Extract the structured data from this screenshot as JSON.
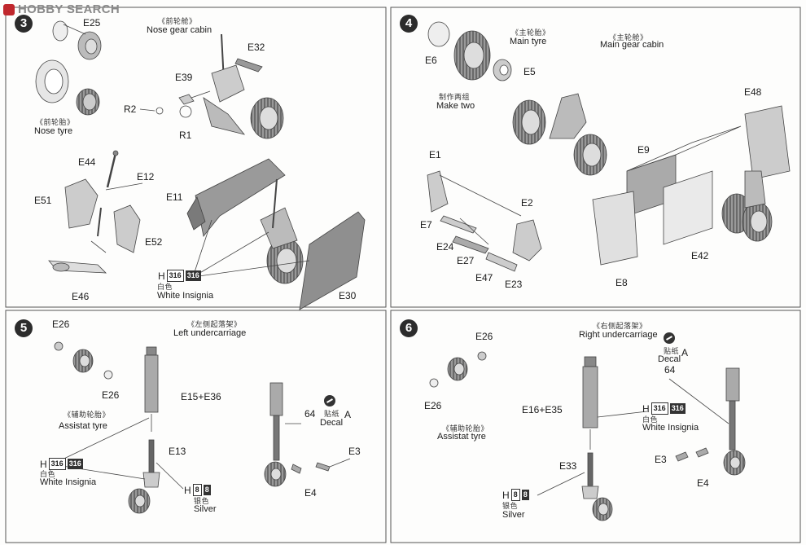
{
  "watermark": {
    "text": "HOBBY SEARCH"
  },
  "steps": [
    {
      "number": "3",
      "labels": {
        "nose_cabin_cn": "《前轮舱》",
        "nose_cabin": "Nose gear cabin",
        "nose_tyre_cn": "《前轮胎》",
        "nose_tyre": "Nose tyre",
        "e25": "E25",
        "e32": "E32",
        "e39": "E39",
        "r2": "R2",
        "r1": "R1",
        "e44": "E44",
        "e12": "E12",
        "e51": "E51",
        "e52": "E52",
        "e46": "E46",
        "e11": "E11",
        "e30": "E30"
      },
      "paint": {
        "code": "H",
        "swatch_a": "316",
        "swatch_b": "316",
        "color_cn": "白色",
        "color": "White Insignia"
      }
    },
    {
      "number": "4",
      "labels": {
        "main_tyre_cn": "《主轮胎》",
        "main_tyre": "Main tyre",
        "main_cabin_cn": "《主轮舱》",
        "main_cabin": "Main gear cabin",
        "make_two_cn": "制作两组",
        "make_two": "Make two",
        "e6": "E6",
        "e5": "E5",
        "e48": "E48",
        "e1": "E1",
        "e9": "E9",
        "e2": "E2",
        "e7": "E7",
        "e24": "E24",
        "e27": "E27",
        "e47": "E47",
        "e23": "E23",
        "e42": "E42",
        "e8": "E8"
      }
    },
    {
      "number": "5",
      "labels": {
        "title_cn": "《左侧起落架》",
        "title": "Left undercarriage",
        "e26a": "E26",
        "e26b": "E26",
        "assist_cn": "《辅助轮胎》",
        "assist": "Assistat tyre",
        "e15_36": "E15+E36",
        "e13": "E13",
        "n64": "64",
        "e3": "E3",
        "e4": "E4"
      },
      "decal": {
        "cn": "贴纸",
        "label": "Decal",
        "sheet": "A"
      },
      "paint_white": {
        "code": "H",
        "swatch_a": "316",
        "swatch_b": "316",
        "color_cn": "白色",
        "color": "White Insignia"
      },
      "paint_silver": {
        "code": "H",
        "swatch_a": "8",
        "swatch_b": "8",
        "color_cn": "银色",
        "color": "Silver"
      }
    },
    {
      "number": "6",
      "labels": {
        "title_cn": "《右侧起落架》",
        "title": "Right undercarriage",
        "e26a": "E26",
        "e26b": "E26",
        "assist_cn": "《辅助轮胎》",
        "assist": "Assistat tyre",
        "e16_35": "E16+E35",
        "e33": "E33",
        "n64": "64",
        "e3": "E3",
        "e4": "E4"
      },
      "decal": {
        "cn": "贴纸",
        "label": "Decal",
        "sheet": "A"
      },
      "paint_white": {
        "code": "H",
        "swatch_a": "316",
        "swatch_b": "316",
        "color_cn": "白色",
        "color": "White Insignia"
      },
      "paint_silver": {
        "code": "H",
        "swatch_a": "8",
        "swatch_b": "8",
        "color_cn": "银色",
        "color": "Silver"
      }
    }
  ]
}
